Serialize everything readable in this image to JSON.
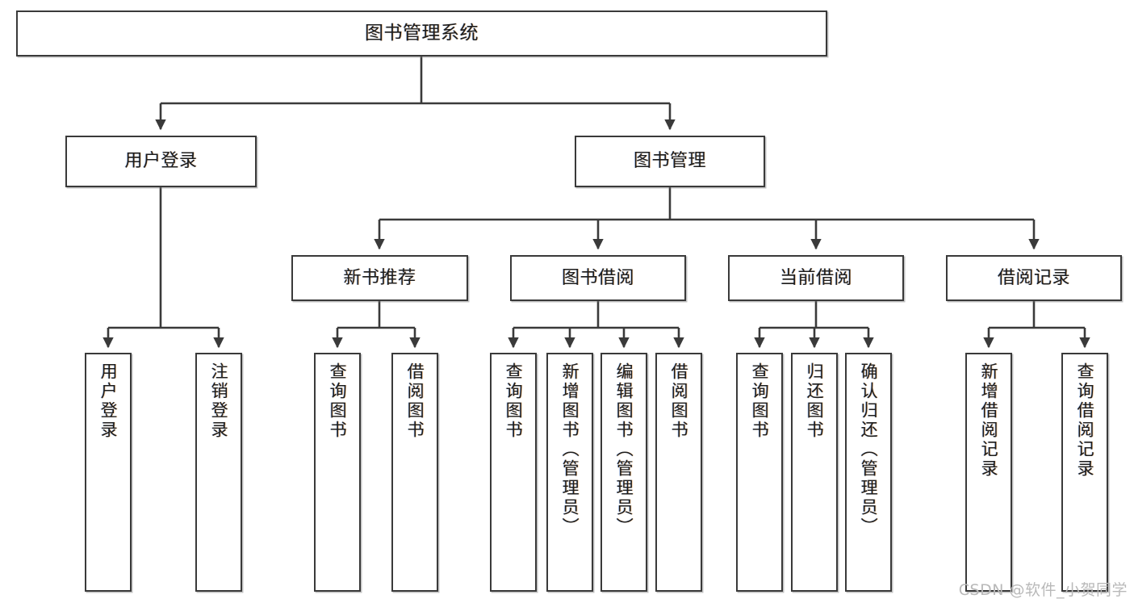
{
  "diagram": {
    "title": "图书管理系统",
    "watermark": "CSDN @软件_小贺同学",
    "stroke_color": "#3a3a3a",
    "fill_color": "#ffffff",
    "text_color": "#1d1d1d"
  },
  "nodes": {
    "root": {
      "label": "图书管理系统"
    },
    "level2": [
      {
        "label": "用户登录"
      },
      {
        "label": "图书管理"
      }
    ],
    "level3": [
      {
        "label": "新书推荐"
      },
      {
        "label": "图书借阅"
      },
      {
        "label": "当前借阅"
      },
      {
        "label": "借阅记录"
      }
    ],
    "leaves": {
      "user_login": [
        {
          "label": "用户登录"
        },
        {
          "label": "注销登录"
        }
      ],
      "new_book_recommend": [
        {
          "label": "查询图书"
        },
        {
          "label": "借阅图书"
        }
      ],
      "book_borrow": [
        {
          "label": "查询图书"
        },
        {
          "label": "新增图书（管理员）"
        },
        {
          "label": "编辑图书（管理员）"
        },
        {
          "label": "借阅图书"
        }
      ],
      "current_borrow": [
        {
          "label": "查询图书"
        },
        {
          "label": "归还图书"
        },
        {
          "label": "确认归还（管理员）"
        }
      ],
      "borrow_record": [
        {
          "label": "新增借阅记录"
        },
        {
          "label": "查询借阅记录"
        }
      ]
    }
  }
}
